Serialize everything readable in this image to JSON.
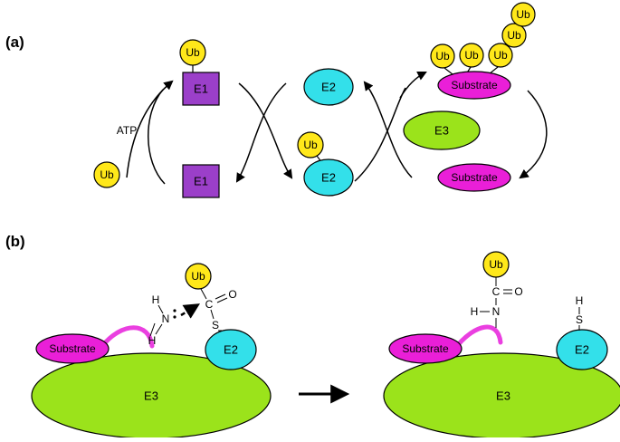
{
  "panels": {
    "a": {
      "label": "(a)"
    },
    "b": {
      "label": "(b)"
    }
  },
  "labels": {
    "ub": "Ub",
    "e1": "E1",
    "e2": "E2",
    "e3": "E3",
    "substrate": "Substrate",
    "atp": "ATP"
  },
  "atoms": {
    "h": "H",
    "n": "N",
    "c": "C",
    "o": "O",
    "s": "S"
  },
  "colors": {
    "ub": "#ffe81a",
    "e1": "#9b3fc9",
    "e2": "#33e0ea",
    "e3": "#9be31b",
    "substrate": "#ea1fd8",
    "linker": "#ea3fe0"
  }
}
